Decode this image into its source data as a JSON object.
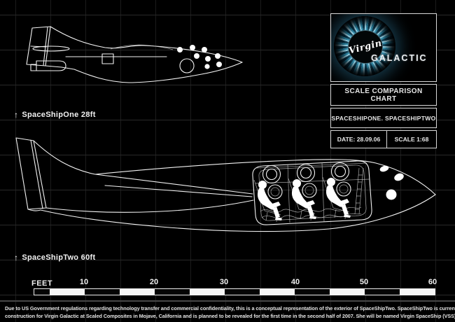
{
  "document": {
    "kind": "scale-comparison-diagram",
    "background": "#000000"
  },
  "logo": {
    "brand_script": "Virgin",
    "brand_name": "GALACTIC",
    "iris_color": "#4fc3e8"
  },
  "panel": {
    "title": "SCALE COMPARISON CHART",
    "subtitle": "SPACESHIPONE. SPACESHIPTWO",
    "date": "DATE: 28.09.06",
    "scale": "SCALE 1:68"
  },
  "ships": {
    "ship1": {
      "arrow": "↑",
      "label": "SpaceShipOne  28ft",
      "length_ft": 28
    },
    "ship2": {
      "arrow": "↑",
      "label": "SpaceShipTwo  60ft",
      "length_ft": 60
    }
  },
  "ruler": {
    "unit_label": "FEET",
    "ticks": [
      "10",
      "20",
      "30",
      "40",
      "50",
      "60"
    ],
    "range_ft": [
      0,
      60
    ]
  },
  "footer": {
    "line1": "Due to US Government regulations regarding technology transfer and commercial confidentiality, this is a conceptual representation of the exterior of SpaceShipTwo. SpaceShipTwo is currently under",
    "line2": "construction for Virgin Galactic at Scaled Composites in Mojave, California and is planned to be revealed for the first time in the second half of 2007.  She will be named Virgin SpaceShip (VSS) Enterprise."
  },
  "colors": {
    "line": "#f2f2f2",
    "grid": "#1c1c1c",
    "rule": "#474747"
  }
}
